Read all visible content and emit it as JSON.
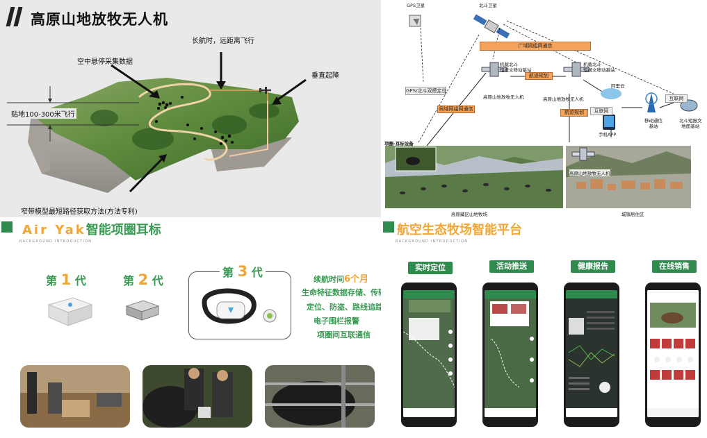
{
  "q1": {
    "title": "高原山地放牧无人机",
    "labels": {
      "long_flight": "长航时，远距离飞行",
      "hover": "空中悬停采集数据",
      "vtol": "垂直起降",
      "low_flight": "贴地100-300米飞行",
      "method": "窄带模型最短路径获取方法(方法专利)"
    }
  },
  "q2": {
    "gps_sat": "GPS卫星",
    "beidou_sat": "北斗卫星",
    "wide_area": "广域网组网通信",
    "gps_beidou": "GPS/北斗双模定位",
    "drone_bs": "机载北斗\n短报文移动基站",
    "route1": "航迹规划",
    "route2": "航迹规划",
    "drone_label": "高原山地放牧无人机",
    "lan_comm": "局域网组网通信",
    "aliyun": "阿里云",
    "internet1": "互联网",
    "internet2": "互联网",
    "mobile_bs": "移动通信\n基站",
    "beidou_ground": "北斗短报文\n地面基站",
    "phone_app": "手机APP",
    "collar_dev": "项圈-耳标设备",
    "pasture": "高原藏区山地牧场",
    "town": "城镇居住区"
  },
  "q3": {
    "title_latin": "Air Yak",
    "title_cn": "智能项圈耳标",
    "subtitle": "BACKGROUND INTRODUCTION",
    "gen1_pre": "第",
    "gen1_num": "1",
    "gen1_post": "代",
    "gen2_pre": "第",
    "gen2_num": "2",
    "gen2_post": "代",
    "gen3_pre": "第",
    "gen3_num": "3",
    "gen3_post": "代",
    "feat1_pre": "续航时间",
    "feat1_num": "6个月",
    "feat2": "生命特征数据存储、传输",
    "feat3": "定位、防盗、路线追踪",
    "feat4": "电子围栏报警",
    "feat5": "项圈间互联通信"
  },
  "q4": {
    "title": "航空生态牧场智能平台",
    "subtitle": "BACKGROUND INTRODUCTION",
    "pills": [
      "实时定位",
      "活动推送",
      "健康报告",
      "在线销售"
    ]
  }
}
